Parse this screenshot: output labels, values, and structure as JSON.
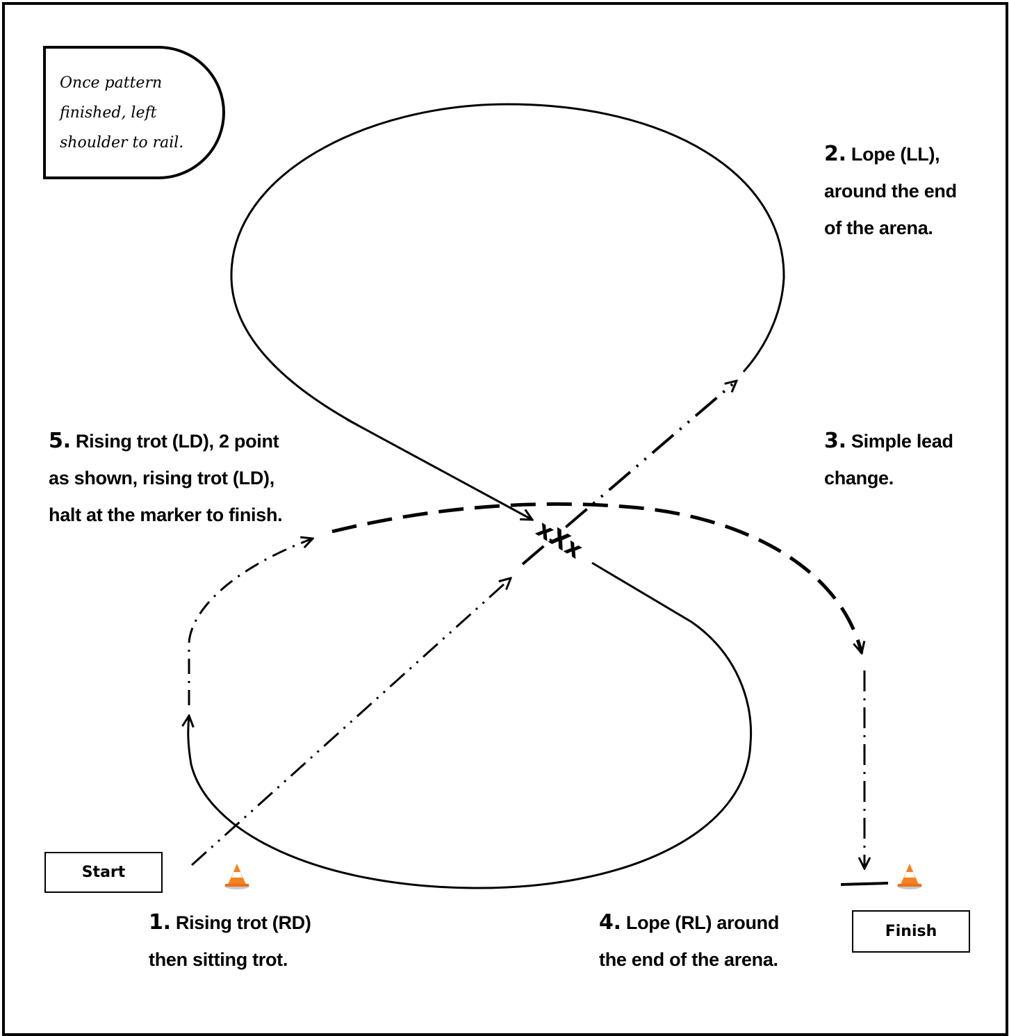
{
  "note": {
    "line1": "Once pattern",
    "line2": "finished,  left",
    "line3": "shoulder to rail."
  },
  "steps": [
    {
      "num": "1",
      "line1": "Rising trot (RD)",
      "line2": "then sitting trot."
    },
    {
      "num": "2",
      "line1": "Lope (LL),",
      "line2": "around the end",
      "line3": "of the arena."
    },
    {
      "num": "3",
      "line1": "Simple lead",
      "line2": "change."
    },
    {
      "num": "4",
      "line1": "Lope (RL) around",
      "line2": "the end of the arena."
    },
    {
      "num": "5",
      "line1": "Rising trot (LD), 2 point",
      "line2": "as shown, rising trot (LD),",
      "line3": "halt at the marker to finish."
    }
  ],
  "start_label": "Start",
  "finish_label": "Finish",
  "marker_text": "xXx",
  "colors": {
    "cone": "#f58220",
    "cone_stripe": "#ffffff",
    "line": "#000000"
  }
}
